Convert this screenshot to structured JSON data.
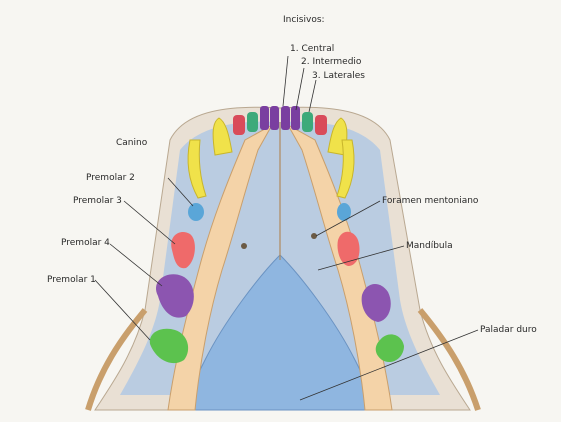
{
  "title": "Incisivos:",
  "labels": {
    "incisor_central": "1. Central",
    "incisor_intermediate": "2. Intermedio",
    "incisor_lateral": "3. Laterales",
    "canine": "Canino",
    "premolar_2": "Premolar 2",
    "premolar_3": "Premolar 3",
    "premolar_4": "Premolar 4",
    "premolar_1": "Premolar 1",
    "mental_foramen": "Foramen mentoniano",
    "mandible": "Mandíbula",
    "hard_palate": "Paladar duro"
  },
  "colors": {
    "incisor_central": "#7a3fa0",
    "incisor_intermediate": "#3daa7a",
    "incisor_lateral": "#d94b5a",
    "canine": "#f0e24a",
    "premolar_1": "#5cc24e",
    "premolar_2": "#5aa6d8",
    "premolar_3": "#ef6a6a",
    "premolar_4": "#8c55b0",
    "bone": "#f4d3a8",
    "palate": "#8fb6e0",
    "background": "#f7f6f2"
  }
}
